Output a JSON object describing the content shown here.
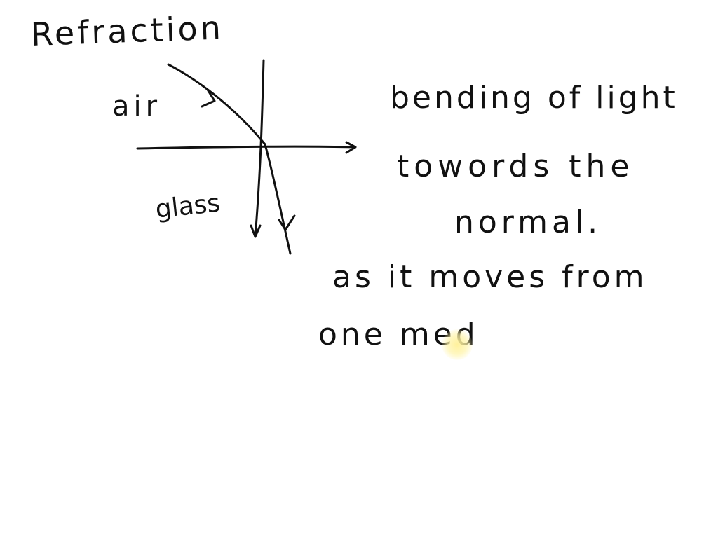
{
  "heading": "Refraction",
  "diagram": {
    "medium_top": "air",
    "medium_bottom": "glass"
  },
  "definition": {
    "line1": "bending of light",
    "line2": "towords the",
    "line3": "normal.",
    "line4": "as it moves from",
    "line5": "one med"
  },
  "colors": {
    "ink": "#111111",
    "background": "#ffffff",
    "pen_highlight": "#fff3a6"
  }
}
